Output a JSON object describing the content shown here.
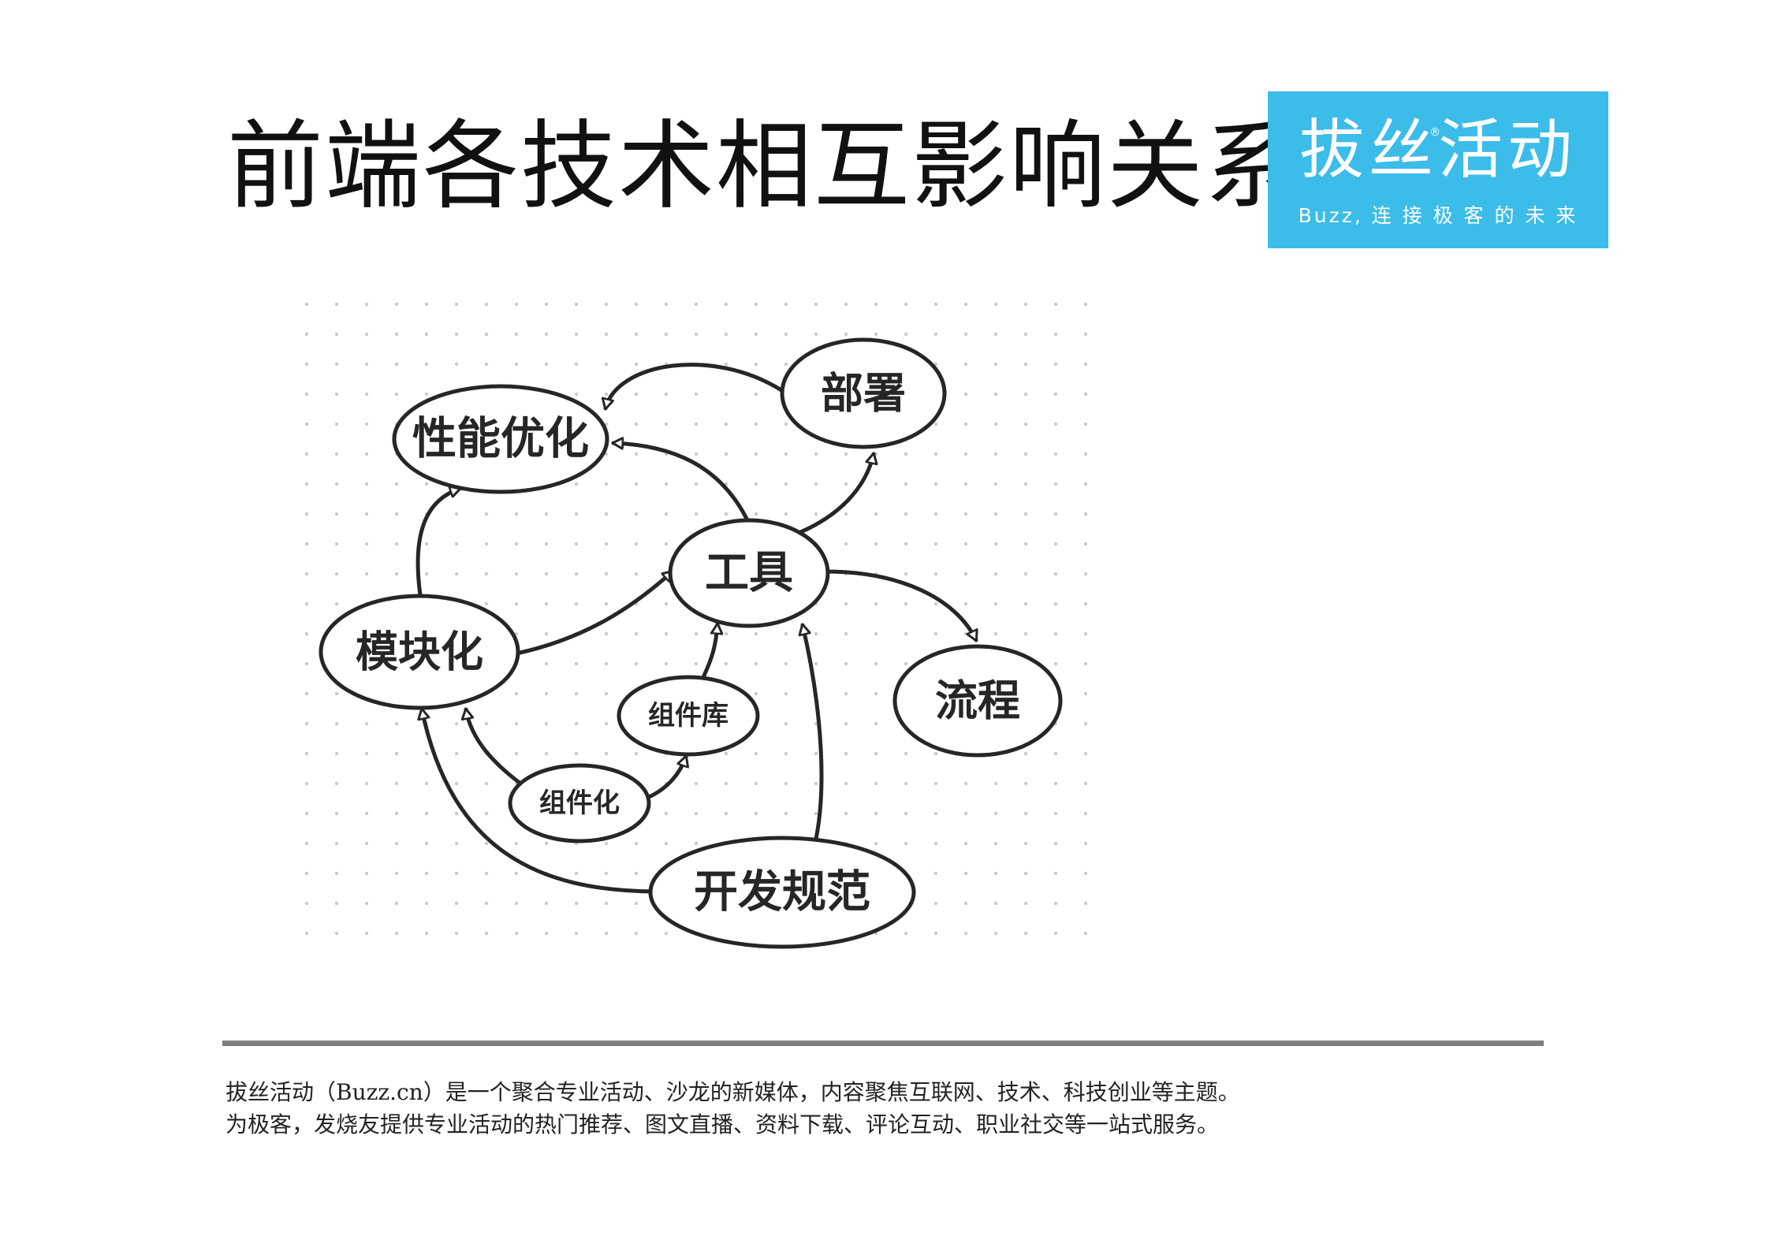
{
  "page": {
    "title": "前端各技术相互影响关系"
  },
  "logo": {
    "text": "拔丝活动",
    "registered_mark": "®",
    "tagline": "Buzz, 连 接 极 客 的 未 来",
    "background_color": "#3cbce8"
  },
  "diagram": {
    "nodes": [
      {
        "id": "perf",
        "label": "性能优化"
      },
      {
        "id": "deploy",
        "label": "部署"
      },
      {
        "id": "tools",
        "label": "工具"
      },
      {
        "id": "modular",
        "label": "模块化"
      },
      {
        "id": "process",
        "label": "流程"
      },
      {
        "id": "comp_lib",
        "label": "组件库"
      },
      {
        "id": "componentize",
        "label": "组件化"
      },
      {
        "id": "dev_spec",
        "label": "开发规范"
      }
    ],
    "edges": [
      {
        "from": "deploy",
        "to": "perf"
      },
      {
        "from": "tools",
        "to": "perf"
      },
      {
        "from": "tools",
        "to": "deploy"
      },
      {
        "from": "tools",
        "to": "process"
      },
      {
        "from": "modular",
        "to": "perf"
      },
      {
        "from": "modular",
        "to": "tools"
      },
      {
        "from": "comp_lib",
        "to": "tools"
      },
      {
        "from": "componentize",
        "to": "comp_lib"
      },
      {
        "from": "componentize",
        "to": "modular"
      },
      {
        "from": "dev_spec",
        "to": "modular"
      },
      {
        "from": "dev_spec",
        "to": "tools"
      }
    ]
  },
  "footer": {
    "line1": "拔丝活动（Buzz.cn）是一个聚合专业活动、沙龙的新媒体，内容聚焦互联网、技术、科技创业等主题。",
    "line2": "为极客，发烧友提供专业活动的热门推荐、图文直播、资料下载、评论互动、职业社交等一站式服务。"
  }
}
